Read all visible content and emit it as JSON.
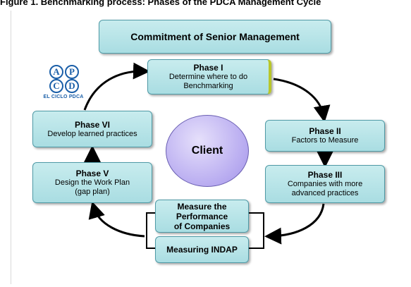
{
  "header_cut_text": "Figure 1. Benchmarking process: Phases of the PDCA Management Cycle",
  "center": {
    "label": "Client"
  },
  "commitment": {
    "title": "Commitment of Senior Management"
  },
  "logo": {
    "letters": [
      "A",
      "P",
      "C",
      "D"
    ],
    "caption": "EL CICLO PDCA"
  },
  "phases": {
    "phase1": {
      "title": "Phase I",
      "text1": "Determine where to do",
      "text2": "Benchmarking"
    },
    "phase2": {
      "title": "Phase II",
      "text1": "Factors to Measure"
    },
    "phase3": {
      "title": "Phase III",
      "text1": "Companies with more",
      "text2": "advanced practices"
    },
    "phase5": {
      "title": "Phase V",
      "text1": "Design the Work Plan",
      "text2": "(gap plan)"
    },
    "phase6": {
      "title": "Phase VI",
      "text1": "Develop learned practices"
    }
  },
  "measurement": {
    "performance_line1": "Measure the",
    "performance_line2": "Performance",
    "performance_line3": "of Companies",
    "indap": "Measuring INDAP"
  },
  "colors": {
    "box_fill": "#b7e3e7",
    "box_border": "#4f9aa6",
    "client_fill": "#b7aaf0",
    "accent": "#b8c62a",
    "logo": "#1b5fa8"
  }
}
